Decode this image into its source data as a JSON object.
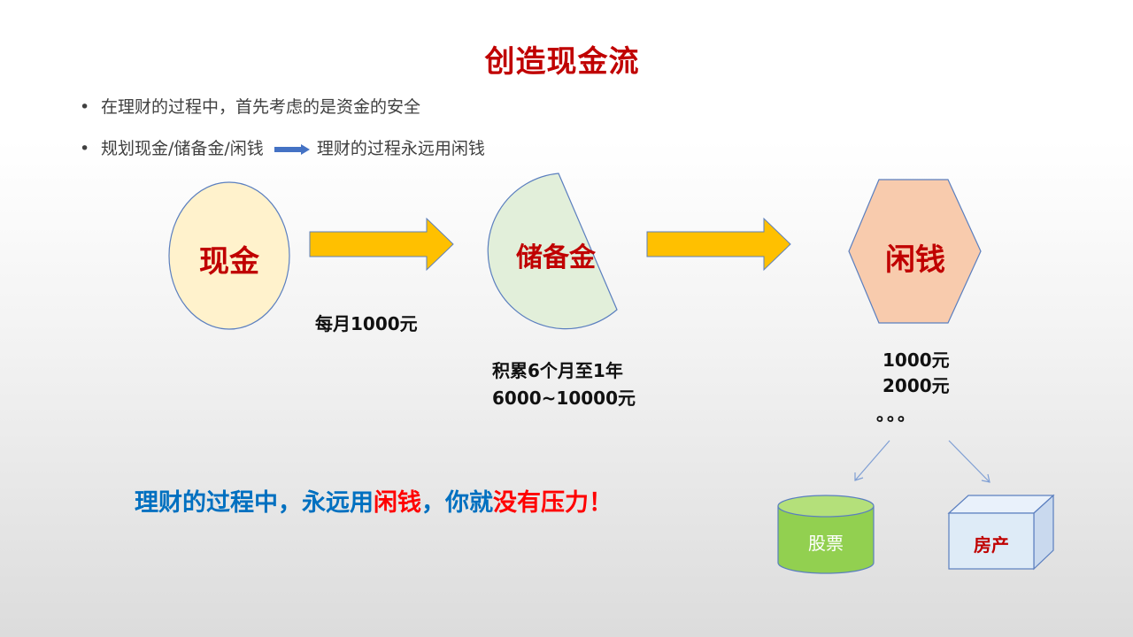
{
  "title": "创造现金流",
  "bullets": {
    "first": "在理财的过程中，首先考虑的是资金的安全",
    "second_left": "规划现金/储备金/闲钱",
    "second_right": "理财的过程永远用闲钱"
  },
  "shapes": {
    "cash": "现金",
    "reserve": "储备金",
    "idle": "闲钱",
    "stock": "股票",
    "property": "房产"
  },
  "notes": {
    "monthly": "每月1000元",
    "accumulate_line1": "积累6个月至1年",
    "accumulate_line2": "6000~10000元",
    "idle_line1": "1000元",
    "idle_line2": "2000元",
    "idle_line3": "。。。"
  },
  "slogan": {
    "part1": "理财的过程中，永远用",
    "part2": "闲钱",
    "part3": "，你就",
    "part4": "没有压力",
    "part5": "！"
  },
  "colors": {
    "title": "#c00000",
    "slogan": "#0070c0",
    "highlight": "#ff0000",
    "arrow": "#ffc000",
    "cash_fill": "#fff2cc",
    "reserve_fill": "#e2efda",
    "idle_fill": "#f8cbad",
    "stock_fill": "#92d050",
    "property_fill": "#deebf7"
  }
}
